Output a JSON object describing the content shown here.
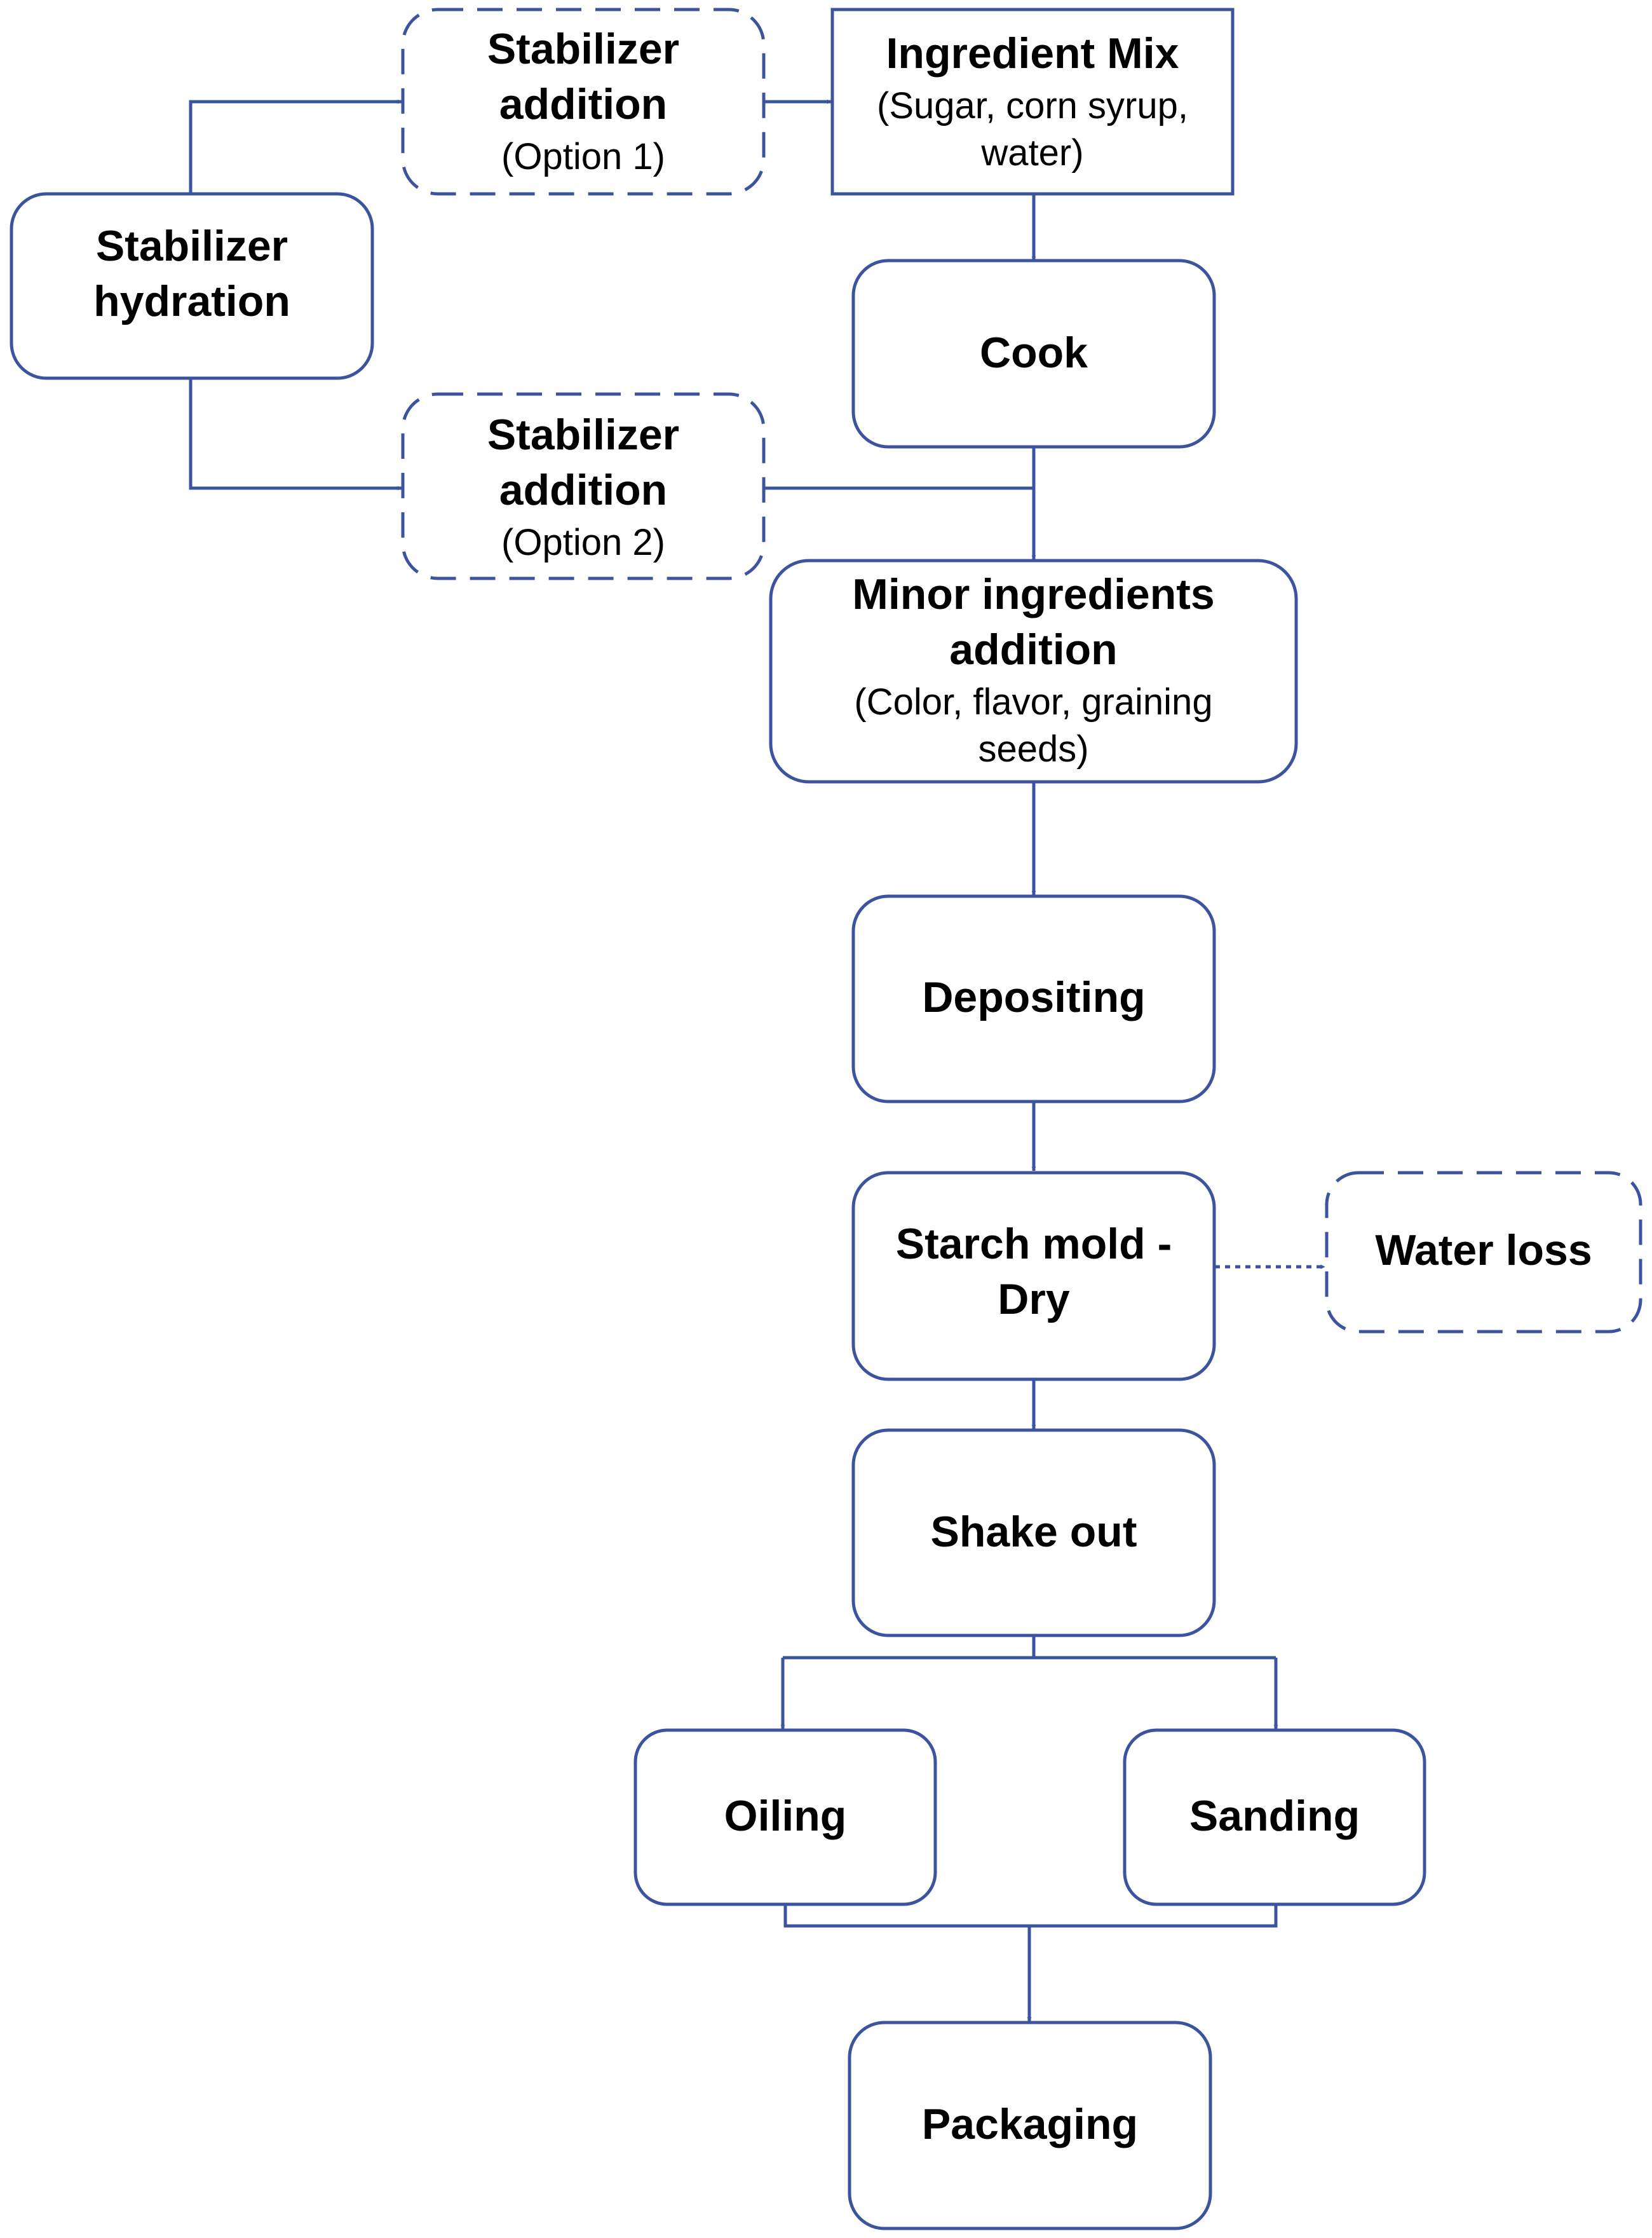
{
  "colors": {
    "stroke": "#3c54a0",
    "text": "#000000",
    "background": "#ffffff"
  },
  "nodes": {
    "stabilizer_hydration": {
      "title": [
        "Stabilizer",
        "hydration"
      ],
      "sub": []
    },
    "stab_add_1": {
      "title": [
        "Stabilizer",
        "addition"
      ],
      "sub": [
        "(Option 1)"
      ]
    },
    "stab_add_2": {
      "title": [
        "Stabilizer",
        "addition"
      ],
      "sub": [
        "(Option 2)"
      ]
    },
    "ingredient_mix": {
      "title": [
        "Ingredient Mix"
      ],
      "sub": [
        "(Sugar, corn syrup,",
        "water)"
      ]
    },
    "cook": {
      "title": [
        "Cook"
      ],
      "sub": []
    },
    "minor": {
      "title": [
        "Minor ingredients",
        "addition"
      ],
      "sub": [
        "(Color, flavor, graining",
        "seeds)"
      ]
    },
    "depositing": {
      "title": [
        "Depositing"
      ],
      "sub": []
    },
    "starch_mold": {
      "title": [
        "Starch mold -",
        "Dry"
      ],
      "sub": []
    },
    "water_loss": {
      "title": [
        "Water loss"
      ],
      "sub": []
    },
    "shake_out": {
      "title": [
        "Shake out"
      ],
      "sub": []
    },
    "oiling": {
      "title": [
        "Oiling"
      ],
      "sub": []
    },
    "sanding": {
      "title": [
        "Sanding"
      ],
      "sub": []
    },
    "packaging": {
      "title": [
        "Packaging"
      ],
      "sub": []
    }
  }
}
